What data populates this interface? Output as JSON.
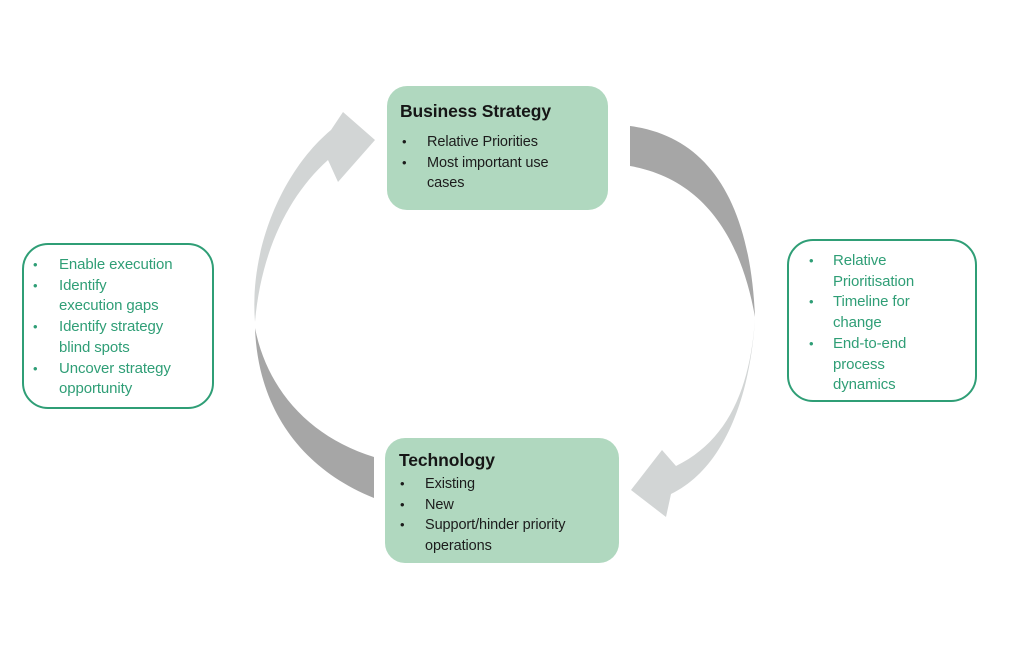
{
  "bullet_glyph": "•",
  "colors": {
    "canvas_bg": "#ffffff",
    "box_fill_green": "#b0d8bf",
    "outline_green": "#2f9e76",
    "green_text": "#2f9e76",
    "arrow_dark_gray": "#a6a6a6",
    "arrow_light_gray": "#d2d5d5",
    "dark_text": "#1b1b1b"
  },
  "boxes": {
    "business_strategy": {
      "title": "Business Strategy",
      "bullets": [
        "Relative Priorities",
        "Most important use\ncases"
      ]
    },
    "technology": {
      "title": "Technology",
      "bullets": [
        "Existing",
        "New",
        "Support/hinder priority\noperations"
      ]
    },
    "left_box": {
      "bullets": [
        "Enable execution",
        "Identify\nexecution gaps",
        "Identify strategy\nblind spots",
        "Uncover strategy\nopportunity"
      ]
    },
    "right_box": {
      "bullets": [
        "Relative\nPrioritisation",
        "Timeline for\nchange",
        "End-to-end\nprocess\ndynamics"
      ]
    }
  }
}
